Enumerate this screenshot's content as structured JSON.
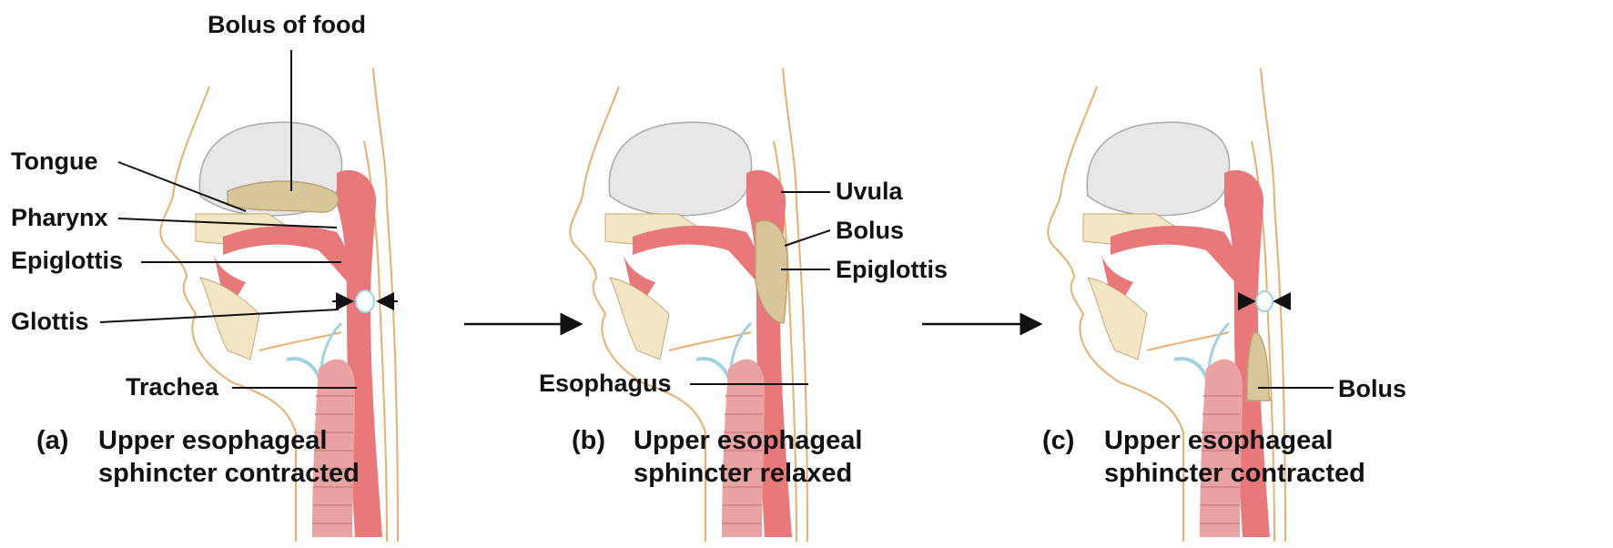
{
  "panels": [
    {
      "key": "(a)",
      "caption_line1": "Upper esophageal",
      "caption_line2": "sphincter contracted",
      "labels": [
        "Bolus of food",
        "Tongue",
        "Pharynx",
        "Epiglottis",
        "Glottis",
        "Trachea"
      ]
    },
    {
      "key": "(b)",
      "caption_line1": "Upper esophageal",
      "caption_line2": "sphincter relaxed",
      "labels": [
        "Uvula",
        "Bolus",
        "Epiglottis",
        "Esophagus"
      ]
    },
    {
      "key": "(c)",
      "caption_line1": "Upper esophageal",
      "caption_line2": "sphincter contracted",
      "labels": [
        "Bolus"
      ]
    }
  ],
  "colors": {
    "tissue": "#e8787a",
    "tissue_dark": "#d95a60",
    "trachea": "#e9a3a3",
    "bolus": "#d8c79a",
    "bone": "#e8e6e6",
    "skin_outline": "#e7b070",
    "cartilage": "#9fd3e2",
    "leader": "#111111"
  }
}
